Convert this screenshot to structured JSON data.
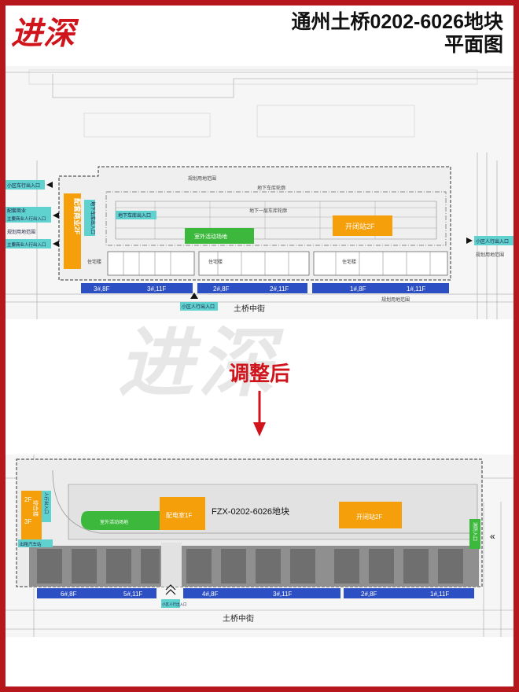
{
  "brand": {
    "logo_text": "进深"
  },
  "header": {
    "title_line1": "通州土桥0202-6026地块",
    "title_line2": "平面图"
  },
  "transition_label": "调整后",
  "colors": {
    "brand_red": "#d0141b",
    "border_red": "#b5171d",
    "building_blue": "#2d4fc4",
    "commercial_orange": "#f59f0a",
    "activity_green": "#3cb93c",
    "entrance_cyan": "#5fd1cf"
  },
  "before_plan": {
    "street_label": "土桥中街",
    "underground_boundary": "地下车库轮廓",
    "underground_level1": "地下一层车库轮廓",
    "planned_land": "规划用地范围",
    "commercial_block": "配套商业2F",
    "switch_station": "开闭站2F",
    "activity_area": "室外活动场地",
    "residential_label": "住宅楼",
    "buildings": [
      "3#,8F",
      "3#,11F",
      "2#,8F",
      "2#,11F",
      "1#,8F",
      "1#,11F"
    ],
    "entrances": [
      "小区车行出入口",
      "配套商业",
      "主要商业人行出入口",
      "规划用地范围",
      "地下车库出入口",
      "地下车库出入口",
      "小区人行出入口",
      "小区人行出入口"
    ]
  },
  "after_plan": {
    "street_label": "土桥中街",
    "plot_label": "FZX-0202-6026地块",
    "complex_label": "综合楼",
    "complex_floors": [
      "2F",
      "3F"
    ],
    "power_room": "配电室1F",
    "switch_station": "开闭站2F",
    "activity_area": "室外活动场地",
    "bus_stop": "出租汽车站",
    "buildings": [
      "6#,8F",
      "5#,11F",
      "4#,8F",
      "3#,11F",
      "2#,8F",
      "1#,11F"
    ],
    "entrances": [
      "人行出入口",
      "小区人行出入口",
      "消防入口"
    ]
  }
}
